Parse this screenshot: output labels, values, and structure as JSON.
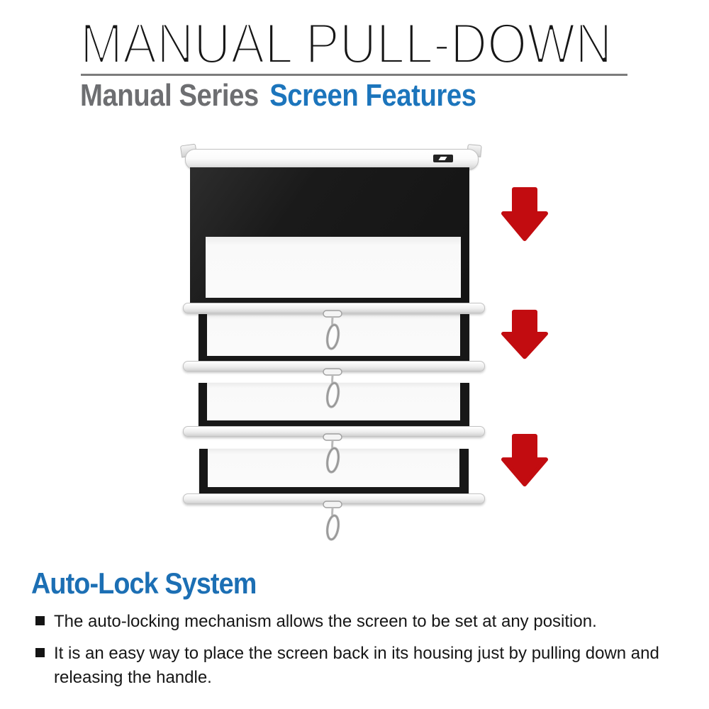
{
  "header": {
    "title": "MANUAL PULL-DOWN",
    "series_label": "Manual Series",
    "series_suffix": "Screen Features"
  },
  "illustration": {
    "stage_count": 4,
    "arrow_count": 3
  },
  "auto_lock": {
    "heading": "Auto-Lock System",
    "bullets": [
      "The auto-locking mechanism allows the screen to be set at any position.",
      "It is an easy way to place the screen back in its housing just by pulling down and releasing the handle."
    ]
  },
  "colors": {
    "arrow_red": "#c20c10",
    "accent_blue": "#1c75bc",
    "series_gray": "#6d6e71"
  }
}
